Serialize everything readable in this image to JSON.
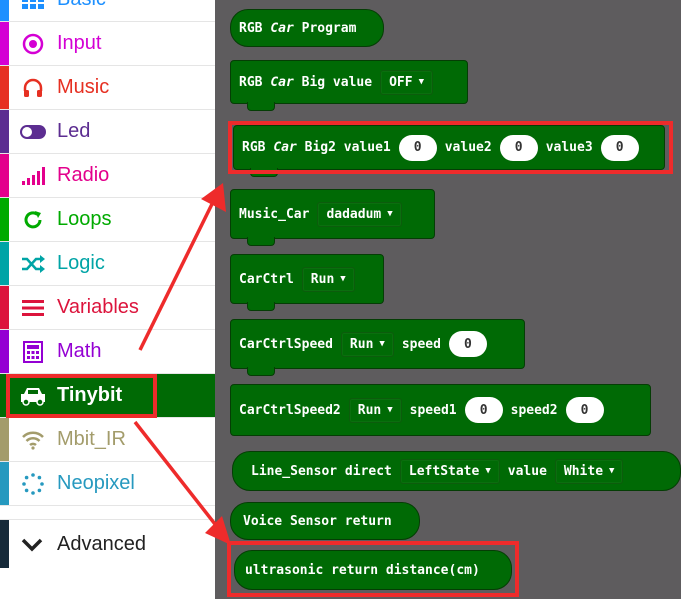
{
  "sidebar": {
    "categories": [
      {
        "label": "Basic",
        "color": "#1e90ff"
      },
      {
        "label": "Input",
        "color": "#d400d4"
      },
      {
        "label": "Music",
        "color": "#e63022"
      },
      {
        "label": "Led",
        "color": "#5c2d91"
      },
      {
        "label": "Radio",
        "color": "#e3008c"
      },
      {
        "label": "Loops",
        "color": "#00aa00"
      },
      {
        "label": "Logic",
        "color": "#00a4a6"
      },
      {
        "label": "Variables",
        "color": "#dc143c"
      },
      {
        "label": "Math",
        "color": "#9400d3"
      },
      {
        "label": "Tinybit",
        "color": "#006a05"
      },
      {
        "label": "Mbit_IR",
        "color": "#a39c6b"
      },
      {
        "label": "Neopixel",
        "color": "#2699bf"
      }
    ],
    "advanced_label": "Advanced"
  },
  "blocks": {
    "rgb_car_program": {
      "prefix": "RGB ",
      "car": "Car",
      "suffix": " Program"
    },
    "rgb_car_big": {
      "prefix": "RGB ",
      "car": "Car",
      "suffix": " Big value",
      "dropdown": "OFF"
    },
    "rgb_car_big2": {
      "prefix": "RGB ",
      "car": "Car",
      "suffix": " Big2 value1",
      "v1": "0",
      "l2": "value2",
      "v2": "0",
      "l3": "value3",
      "v3": "0"
    },
    "music_car": {
      "label": "Music_Car",
      "dropdown": "dadadum"
    },
    "carctrl": {
      "label": "CarCtrl",
      "dropdown": "Run"
    },
    "carctrlspeed": {
      "label": "CarCtrlSpeed",
      "dropdown": "Run",
      "speed_label": "speed",
      "speed": "0"
    },
    "carctrlspeed2": {
      "label": "CarCtrlSpeed2",
      "dropdown": "Run",
      "speed1_label": "speed1",
      "speed1": "0",
      "speed2_label": "speed2",
      "speed2": "0"
    },
    "line_sensor": {
      "label": "Line_Sensor direct",
      "dropdown": "LeftState",
      "value_label": "value",
      "dropdown2": "White"
    },
    "voice_sensor": {
      "label": "Voice Sensor return"
    },
    "ultrasonic": {
      "label": "ultrasonic return distance(cm)"
    }
  },
  "colors": {
    "highlight": "#ee2b2b",
    "block": "#006a05",
    "workspace": "#5e5c5e"
  }
}
